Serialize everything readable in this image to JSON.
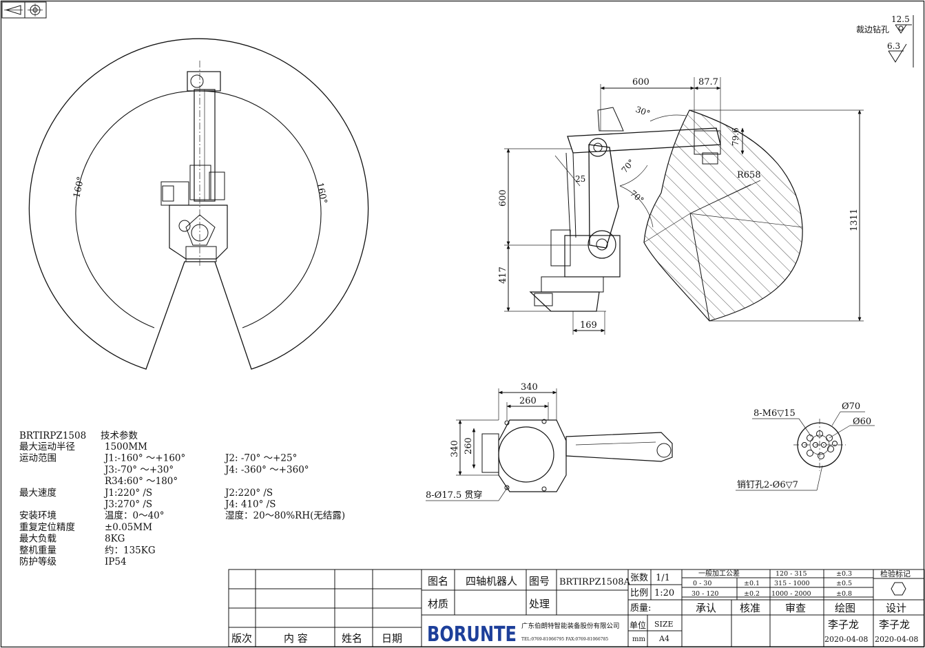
{
  "corner_symbol": "",
  "surface_marks": {
    "main_value": "12.5",
    "main_note": "裁边钻孔",
    "secondary_value": "6.3"
  },
  "top_view_angles": {
    "left": "160°",
    "right": "160°"
  },
  "side_view": {
    "dims": {
      "arm_length": "600",
      "offset": "87.7",
      "wrist_drop": "79.6",
      "upper_height": "600",
      "base_height": "417",
      "base_offset": "169",
      "total_height": "1311",
      "radius": "R658"
    },
    "angles": {
      "a30": "30°",
      "a70_upper": "70°",
      "a25": "25",
      "a70_lower": "70°"
    }
  },
  "base_view": {
    "dims": {
      "outer_w": "340",
      "inner_w": "260",
      "outer_h": "340",
      "inner_h": "260"
    },
    "holes": "8-Ø17.5 贯穿"
  },
  "flange_view": {
    "thread": "8-M6▽15",
    "d_outer": "Ø70",
    "d_inner": "Ø60",
    "pin": "销钉孔2-Ø6▽7"
  },
  "specs": {
    "model": "BRTIRPZ1508",
    "title": "技术参数",
    "rows": [
      {
        "label": "最大运动半径",
        "v1": "1500MM",
        "v2": ""
      },
      {
        "label": "运动范围",
        "v1": "J1:-160° ～+160°",
        "v2": "J2: -70° ～+25°"
      },
      {
        "label": "",
        "v1": "J3:-70° ～+30°",
        "v2": "J4: -360° ～+360°"
      },
      {
        "label": "",
        "v1": "R34:60° ～180°",
        "v2": ""
      },
      {
        "label": "最大速度",
        "v1": "J1:220° /S",
        "v2": "J2:220° /S"
      },
      {
        "label": "",
        "v1": "J3:270° /S",
        "v2": "J4: 410° /S"
      },
      {
        "label": "安装环境",
        "v1": "温度：0～40°",
        "v2": "湿度：20～80%RH(无结露)"
      },
      {
        "label": "重复定位精度",
        "v1": "±0.05MM",
        "v2": ""
      },
      {
        "label": "最大负载",
        "v1": "8KG",
        "v2": ""
      },
      {
        "label": "整机重量",
        "v1": "约：135KG",
        "v2": ""
      },
      {
        "label": "防护等级",
        "v1": "IP54",
        "v2": ""
      }
    ]
  },
  "title_block": {
    "revision_header": {
      "version": "版次",
      "content": "内 容",
      "name": "姓名",
      "date": "日期"
    },
    "drawing_name_label": "图名",
    "drawing_name": "四轴机器人",
    "drawing_no_label": "图号",
    "drawing_no": "BRTIRPZ1508A",
    "material_label": "材质",
    "treatment_label": "处理",
    "sheets_label": "张数",
    "sheets": "1/1",
    "scale_label": "比例",
    "scale": "1:20",
    "mass_label": "质量:",
    "unit_label": "单位",
    "unit": "mm",
    "size_label": "SIZE",
    "size": "A4",
    "logo": "BORUNTE",
    "company": "广东伯朗特智能装备股份有限公司",
    "contact": "TEL:0769-81066795  FAX:0769-81066785",
    "tolerance": {
      "title": "一般加工公差",
      "rows": [
        {
          "range": "0 - 30",
          "tol": "±0.1"
        },
        {
          "range": "30 - 120",
          "tol": "±0.2"
        },
        {
          "range": "120 - 315",
          "tol": "±0.3"
        },
        {
          "range": "315 - 1000",
          "tol": "±0.5"
        },
        {
          "range": "1000 - 2000",
          "tol": "±0.8"
        }
      ]
    },
    "inspection_label": "检验标记",
    "roles": {
      "approve": "承认",
      "verify": "核准",
      "review": "审查",
      "draw": "绘图",
      "design": "设计"
    },
    "drawer": "李子龙",
    "designer": "李子龙",
    "draw_date": "2020-04-08",
    "design_date": "2020-04-08"
  }
}
